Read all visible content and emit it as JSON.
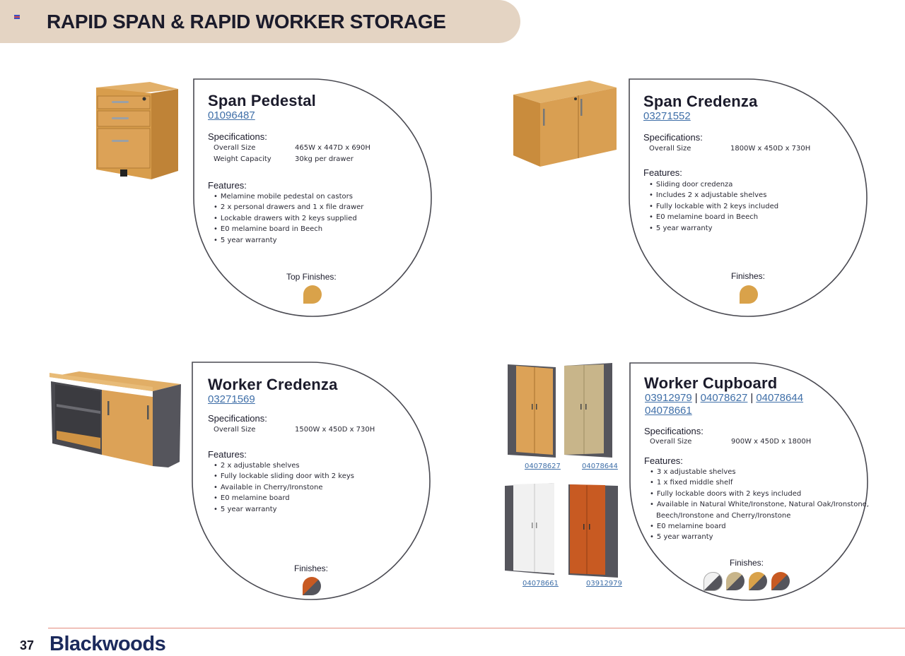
{
  "header": {
    "title": "RAPID SPAN & RAPID WORKER STORAGE"
  },
  "products": [
    {
      "name": "Span Pedestal",
      "codes": [
        "01096487"
      ],
      "specs_label": "Specifications:",
      "specs": [
        {
          "label": "Overall Size",
          "value": "465W x 447D x 690H"
        },
        {
          "label": "Weight Capacity",
          "value": "30kg per drawer"
        }
      ],
      "features_label": "Features:",
      "features": [
        "Melamine mobile pedestal on castors",
        "2 x personal drawers and 1 x file drawer",
        "Lockable drawers with 2 keys supplied",
        "E0 melamine board in Beech",
        "5 year warranty"
      ],
      "finishes_label": "Top Finishes:"
    },
    {
      "name": "Span Credenza",
      "codes": [
        "03271552"
      ],
      "specs_label": "Specifications:",
      "specs": [
        {
          "label": "Overall Size",
          "value": "1800W x 450D x 730H"
        }
      ],
      "features_label": "Features:",
      "features": [
        "Sliding door credenza",
        "Includes 2 x adjustable shelves",
        "Fully lockable with 2 keys included",
        "E0 melamine board in Beech",
        "5 year warranty"
      ],
      "finishes_label": "Finishes:"
    },
    {
      "name": "Worker Credenza",
      "codes": [
        "03271569"
      ],
      "specs_label": "Specifications:",
      "specs": [
        {
          "label": "Overall Size",
          "value": "1500W x 450D x 730H"
        }
      ],
      "features_label": "Features:",
      "features": [
        "2 x adjustable shelves",
        "Fully lockable sliding door with 2 keys",
        "Available in Cherry/Ironstone",
        "E0 melamine board",
        "5 year warranty"
      ],
      "finishes_label": "Finishes:"
    },
    {
      "name": "Worker Cupboard",
      "codes": [
        "03912979",
        "04078627",
        "04078644",
        "04078661"
      ],
      "code_separator": "|",
      "specs_label": "Specifications:",
      "specs": [
        {
          "label": "Overall Size",
          "value": "900W x 450D x 1800H"
        }
      ],
      "features_label": "Features:",
      "features": [
        "3 x adjustable shelves",
        "1 x fixed middle shelf",
        "Fully lockable doors with 2 keys included",
        "Available in Natural White/Ironstone, Natural Oak/Ironstone,",
        "Beech/Ironstone and Cherry/Ironstone",
        "E0 melamine board",
        "5 year warranty"
      ],
      "finishes_label": "Finishes:",
      "image_codes": [
        "04078627",
        "04078644",
        "04078661",
        "03912979"
      ]
    }
  ],
  "colors": {
    "beech": "#d9a24a",
    "ironstone": "#55555c",
    "cherry": "#c85a22",
    "white": "#f1f1f1",
    "oak": "#c8b58a",
    "link": "#3f6fa8",
    "banner": "#e4d4c3"
  },
  "footer": {
    "page_number": "37",
    "brand": "Blackwoods"
  }
}
